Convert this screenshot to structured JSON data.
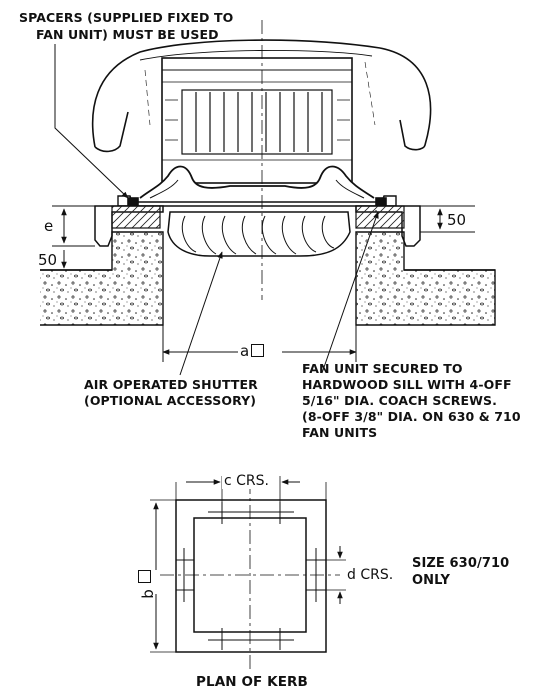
{
  "labels": {
    "spacers": [
      "SPACERS (SUPPLIED FIXED TO",
      "FAN UNIT) MUST BE USED"
    ],
    "shutter": [
      "AIR OPERATED SHUTTER",
      "(OPTIONAL ACCESSORY)"
    ],
    "fan_secured": [
      "FAN UNIT SECURED TO",
      "HARDWOOD SILL WITH 4-OFF",
      "5/16\" DIA. COACH SCREWS.",
      "(8-OFF 3/8\" DIA. ON 630 & 710",
      "FAN UNITS"
    ],
    "size_note": [
      "SIZE 630/710",
      "ONLY"
    ],
    "plan_title": "PLAN OF KERB"
  },
  "dimensions": {
    "e": "e",
    "fifty_right": "50",
    "fifty_left": "50",
    "a": "a",
    "b": "b",
    "c": "c CRS.",
    "d": "d CRS."
  },
  "icons": [
    "section-view-drawing",
    "plan-view-drawing",
    "dimension-box-symbol"
  ]
}
